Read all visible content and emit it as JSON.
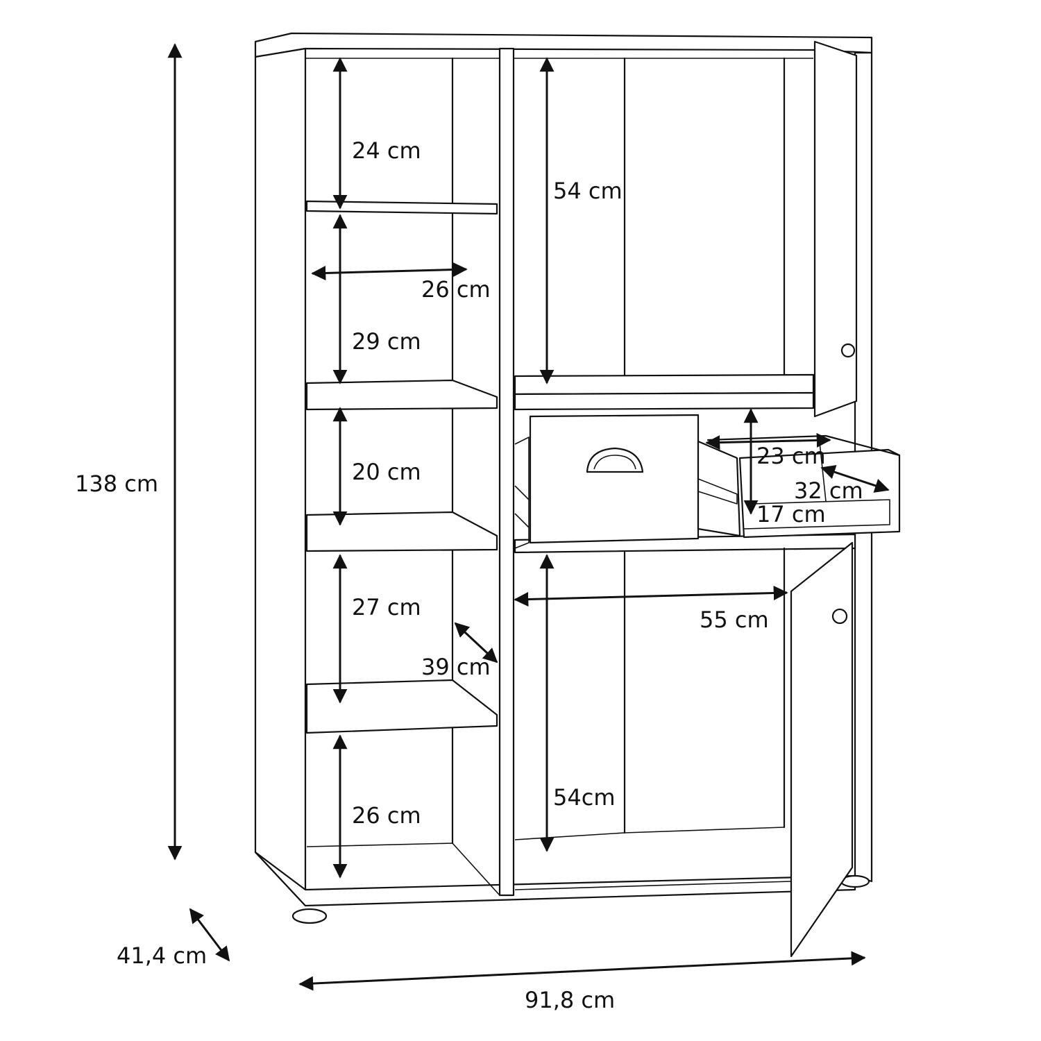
{
  "dimensions": {
    "overall_height": "138 cm",
    "overall_depth": "41,4 cm",
    "overall_width": "91,8 cm",
    "shelf_1_height": "24 cm",
    "shelf_width": "26 cm",
    "shelf_2_height": "29 cm",
    "shelf_3_height": "20 cm",
    "shelf_4_height": "27 cm",
    "shelf_depth": "39 cm",
    "shelf_5_height": "26 cm",
    "upper_compartment_height": "54 cm",
    "lower_compartment_height": "54cm",
    "compartment_width": "55 cm",
    "drawer_width": "23 cm",
    "drawer_depth": "32 cm",
    "drawer_height": "17 cm"
  }
}
